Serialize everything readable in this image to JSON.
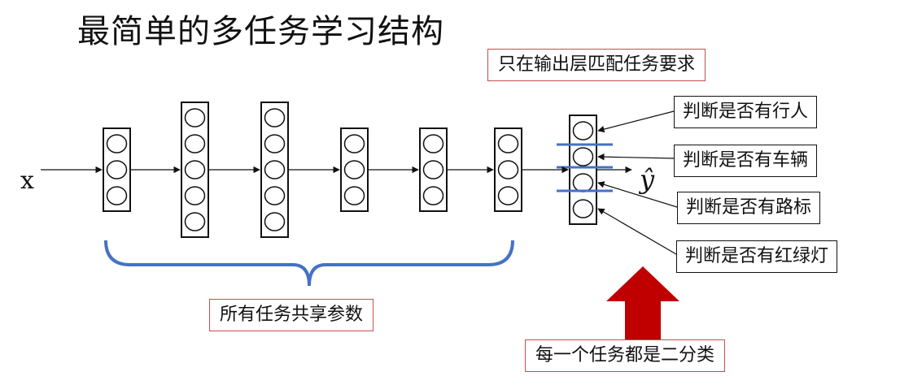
{
  "title": "最简单的多任务学习结构",
  "input_label": "x",
  "output_label": "ŷ",
  "hidden_layers": [
    {
      "neurons": 3
    },
    {
      "neurons": 5
    },
    {
      "neurons": 5
    },
    {
      "neurons": 3
    },
    {
      "neurons": 3
    },
    {
      "neurons": 3
    }
  ],
  "output_layer": {
    "neurons": 4
  },
  "tasks": [
    {
      "label": "判断是否有行人"
    },
    {
      "label": "判断是否有车辆"
    },
    {
      "label": "判断是否有路标"
    },
    {
      "label": "判断是否有红绿灯"
    }
  ],
  "callouts": {
    "output_match": "只在输出层匹配任务要求",
    "shared_params": "所有任务共享参数",
    "binary_tasks": "每一个任务都是二分类"
  },
  "colors": {
    "callout_border": "#c0504d",
    "brace": "#4472c4",
    "separator": "#4472c4",
    "arrow_fill": "#c00000",
    "line": "#111111"
  }
}
